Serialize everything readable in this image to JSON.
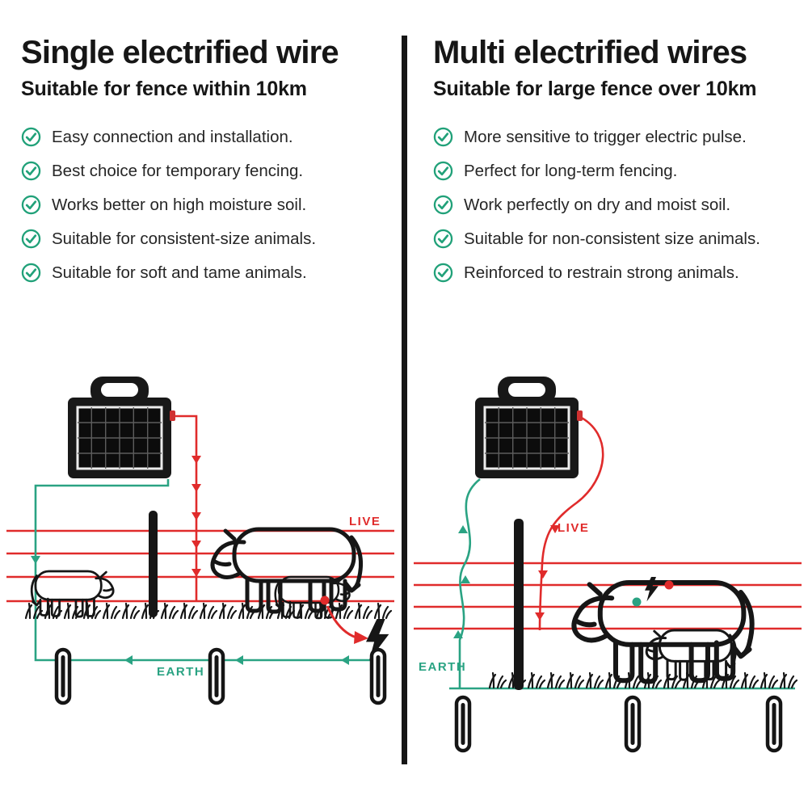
{
  "colors": {
    "live": "#e02b2b",
    "earth": "#2aa383",
    "check": "#21a179",
    "ink": "#161616"
  },
  "left_panel": {
    "title": "Single electrified wire",
    "subtitle": "Suitable for fence within 10km",
    "features": [
      "Easy connection and installation.",
      "Best choice for temporary fencing.",
      "Works better on high moisture soil.",
      "Suitable for consistent-size animals.",
      "Suitable for soft and tame animals."
    ],
    "diagram": {
      "live_label": "LIVE",
      "earth_label": "EARTH"
    }
  },
  "right_panel": {
    "title": "Multi electrified wires",
    "subtitle": "Suitable for large fence over 10km",
    "features": [
      "More sensitive to trigger electric pulse.",
      "Perfect for long-term fencing.",
      "Work perfectly on dry and moist soil.",
      "Suitable for non-consistent size animals.",
      "Reinforced to restrain strong animals."
    ],
    "diagram": {
      "live_label": "LIVE",
      "earth_label": "EARTH"
    }
  }
}
